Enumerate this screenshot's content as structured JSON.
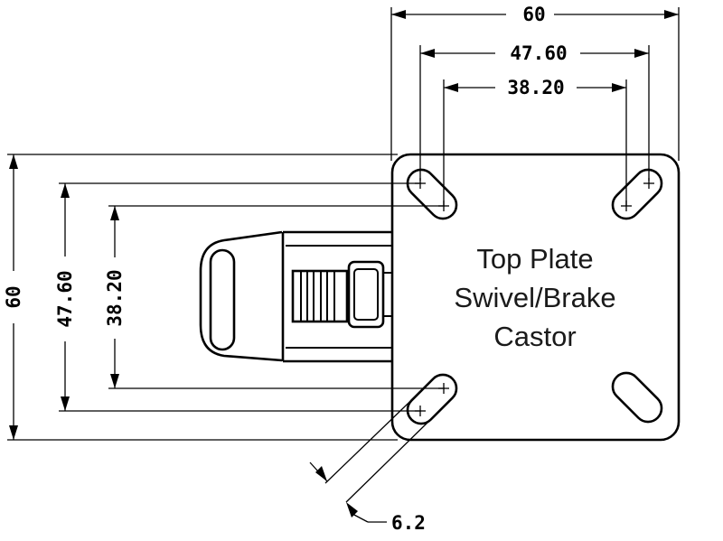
{
  "drawing": {
    "title_lines": [
      "Top Plate",
      "Swivel/Brake",
      "Castor"
    ],
    "dimensions": {
      "plate_width": "60",
      "hole_span_outer_h": "47.60",
      "hole_span_inner_h": "38.20",
      "plate_height": "60",
      "hole_span_outer_v": "47.60",
      "hole_span_inner_v": "38.20",
      "slot_width": "6.2"
    }
  }
}
